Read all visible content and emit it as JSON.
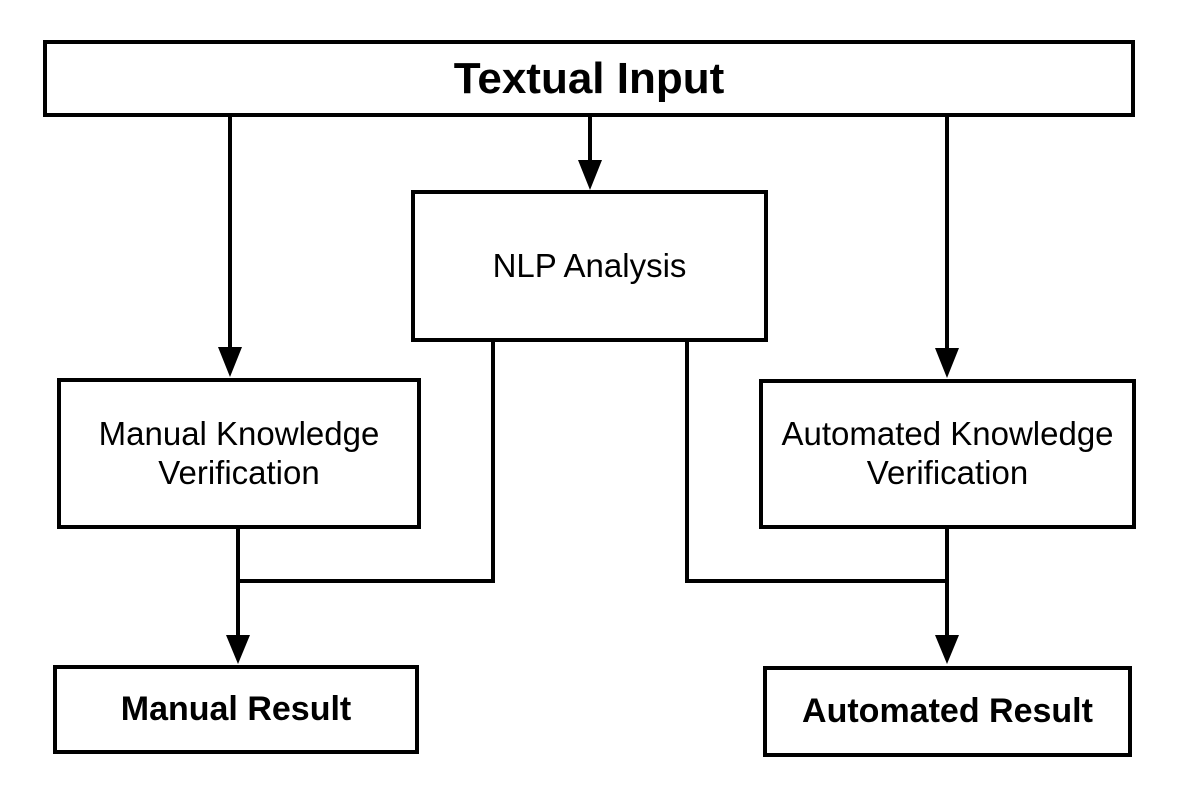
{
  "diagram": {
    "background_color": "#ffffff",
    "stroke_color": "#000000",
    "text_color": "#000000",
    "nodes": [
      {
        "id": "textual-input",
        "label": "Textual Input",
        "emphasis": "bold"
      },
      {
        "id": "nlp-analysis",
        "label": "NLP Analysis",
        "emphasis": "regular"
      },
      {
        "id": "manual-knowledge-verification",
        "label": "Manual Knowledge Verification",
        "emphasis": "regular"
      },
      {
        "id": "automated-knowledge-verification",
        "label": "Automated Knowledge Verification",
        "emphasis": "regular"
      },
      {
        "id": "manual-result",
        "label": "Manual Result",
        "emphasis": "bold"
      },
      {
        "id": "automated-result",
        "label": "Automated Result",
        "emphasis": "bold"
      }
    ],
    "edges": [
      {
        "from": "textual-input",
        "to": "manual-knowledge-verification",
        "arrowhead": true
      },
      {
        "from": "textual-input",
        "to": "nlp-analysis",
        "arrowhead": true
      },
      {
        "from": "textual-input",
        "to": "automated-knowledge-verification",
        "arrowhead": true
      },
      {
        "from": "nlp-analysis",
        "to": "manual-result",
        "arrowhead": true,
        "note": "merges with line from manual-knowledge-verification"
      },
      {
        "from": "manual-knowledge-verification",
        "to": "manual-result",
        "arrowhead": true
      },
      {
        "from": "nlp-analysis",
        "to": "automated-result",
        "arrowhead": true,
        "note": "merges with line from automated-knowledge-verification"
      },
      {
        "from": "automated-knowledge-verification",
        "to": "automated-result",
        "arrowhead": true
      }
    ]
  }
}
